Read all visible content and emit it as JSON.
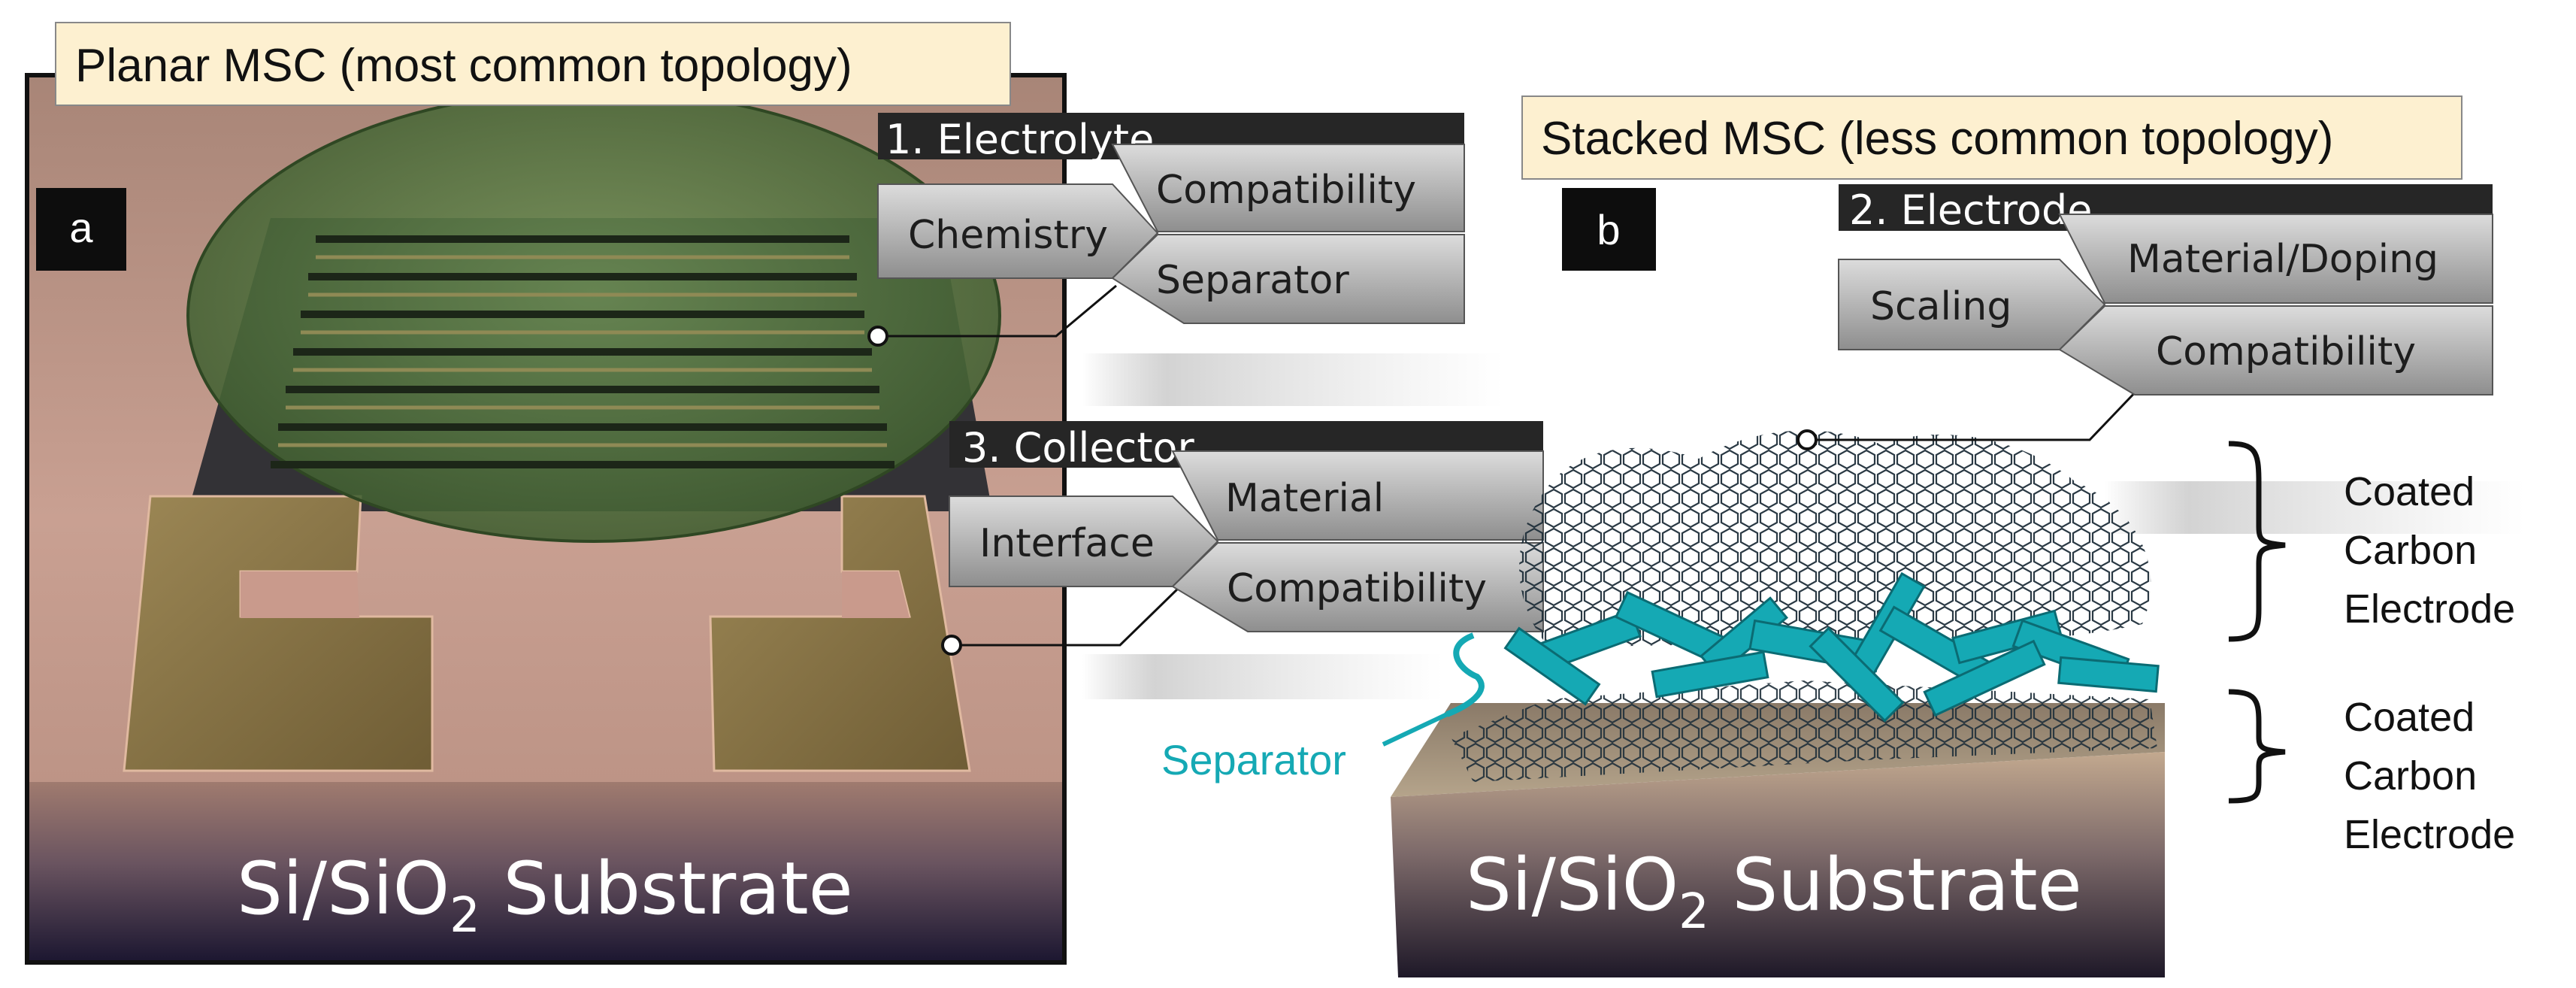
{
  "panel_a": {
    "title": "Planar MSC (most common topology)",
    "panel_label": "a",
    "substrate_text": "Si/SiO",
    "substrate_sub": "2",
    "substrate_tail": " Substrate",
    "callout_electrolyte": {
      "header": "1. Electrolyte",
      "left": "Chemistry",
      "right_top": "Compatibility",
      "right_bottom": "Separator"
    },
    "callout_collector": {
      "header": "3. Collector",
      "left": "Interface",
      "right_top": "Material",
      "right_bottom": "Compatibility"
    }
  },
  "panel_b": {
    "title": "Stacked MSC (less common topology)",
    "panel_label": "b",
    "substrate_text": "Si/SiO",
    "substrate_sub": "2",
    "substrate_tail": " Substrate",
    "callout_electrode": {
      "header": "2. Electrode",
      "left": "Scaling",
      "right_top": "Material/Doping",
      "right_bottom": "Compatibility"
    },
    "side_label_top": [
      "Coated",
      "Carbon",
      "Electrode"
    ],
    "side_label_bottom": [
      "Coated",
      "Carbon",
      "Electrode"
    ],
    "separator_label": "Separator"
  },
  "colors": {
    "substrate_top": "#c99a8c",
    "substrate_side": "#1a1430",
    "gold": "#8f7a4a",
    "electrolyte_green": "#5a7a45",
    "separator_cyan": "#15a9b4",
    "callout_gray": "#b9b9b9",
    "callout_header": "#262626",
    "title_bg": "#fdf0d0"
  }
}
